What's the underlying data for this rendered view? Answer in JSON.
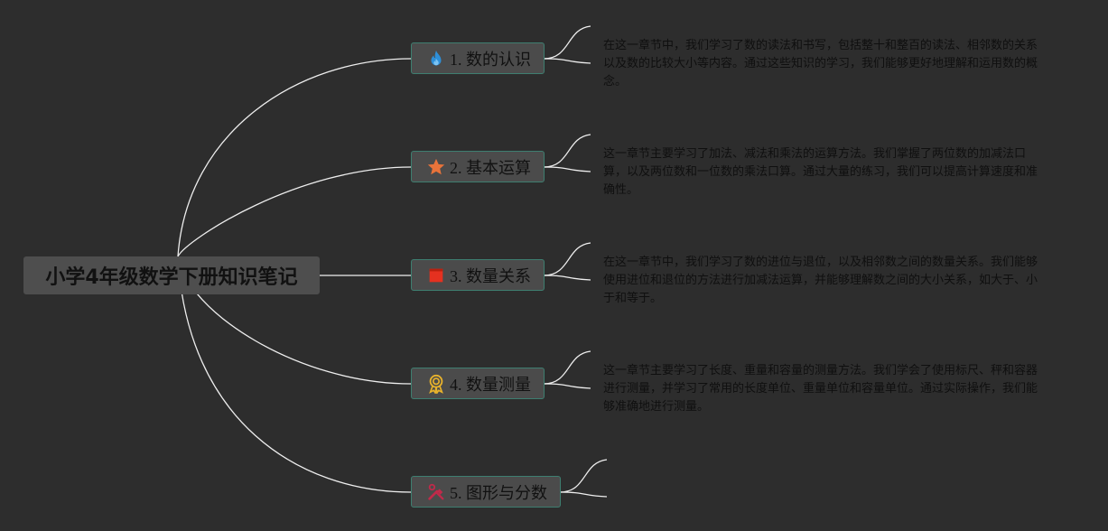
{
  "root": {
    "title": "小学4年级数学下册知识笔记"
  },
  "topics": [
    {
      "label": "1. 数的认识",
      "icon": "flame-icon",
      "icon_color": "#2e8fd8",
      "note": "在这一章节中，我们学习了数的读法和书写，包括整十和整百的读法、相邻数的关系以及数的比较大小等内容。通过这些知识的学习，我们能够更好地理解和运用数的概念。"
    },
    {
      "label": "2. 基本运算",
      "icon": "star-icon",
      "icon_color": "#e8733a",
      "note": "这一章节主要学习了加法、减法和乘法的运算方法。我们掌握了两位数的加减法口算，以及两位数和一位数的乘法口算。通过大量的练习，我们可以提高计算速度和准确性。"
    },
    {
      "label": "3. 数量关系",
      "icon": "flag-icon",
      "icon_color": "#e53120",
      "note": "在这一章节中，我们学习了数的进位与退位，以及相邻数之间的数量关系。我们能够使用进位和退位的方法进行加减法运算，并能够理解数之间的大小关系，如大于、小于和等于。"
    },
    {
      "label": "4. 数量测量",
      "icon": "award-icon",
      "icon_color": "#e8b22c",
      "note": "这一章节主要学习了长度、重量和容量的测量方法。我们学会了使用标尺、秤和容器进行测量，并学习了常用的长度单位、重量单位和容量单位。通过实际操作，我们能够准确地进行测量。"
    },
    {
      "label": "5. 图形与分数",
      "icon": "tools-icon",
      "icon_color": "#c02a4a",
      "note": ""
    }
  ],
  "colors": {
    "background": "#2d2d2d",
    "line": "#eeeeee",
    "topic_border": "#3e7e70",
    "topic_fill": "#4b4b4b",
    "root_fill": "#4e4e4e"
  }
}
